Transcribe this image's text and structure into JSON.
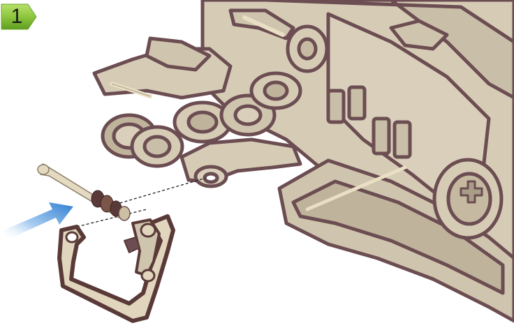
{
  "step": {
    "number": "1"
  },
  "icons": {
    "step_badge": "step-badge-arrow",
    "direction_arrow": "blue-gradient-arrow"
  },
  "colors": {
    "badge_green": "#8dc63f",
    "badge_green_dark": "#5f9e1f",
    "wood_light": "#d7cdb7",
    "wood_mid": "#bdb19a",
    "wood_edge": "#6b4d52",
    "wood_dark": "#4a3035",
    "arrow_blue": "#3b8ad8"
  }
}
